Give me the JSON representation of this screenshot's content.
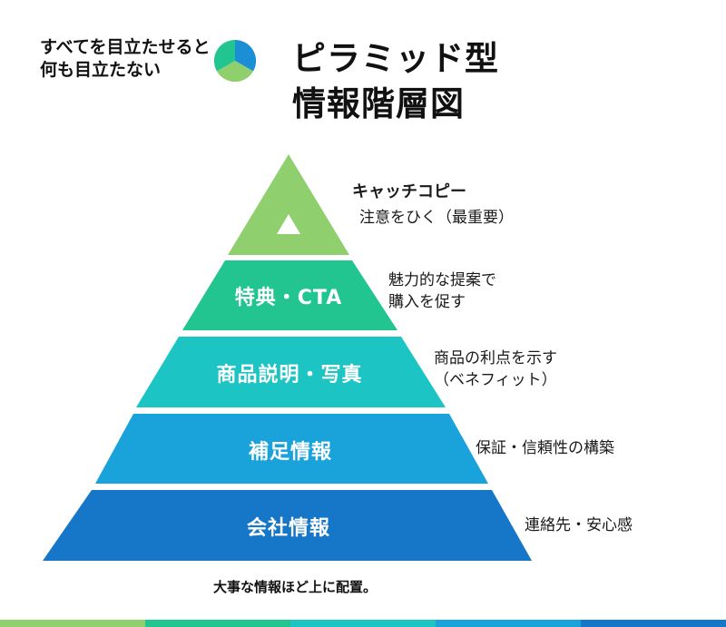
{
  "tagline": {
    "line1": "すべてを目立たせると",
    "line2": "何も目立たない"
  },
  "title": {
    "line1": "ピラミッド型",
    "line2": "情報階層図"
  },
  "tiers": [
    {
      "label": "",
      "color": "#8fcf6e",
      "desc_head": "キャッチコピー",
      "desc_lines": [
        "注意をひく（最重要）"
      ]
    },
    {
      "label": "特典・CTA",
      "color": "#22c58f",
      "desc_head": "",
      "desc_lines": [
        "魅力的な提案で",
        "購入を促す"
      ]
    },
    {
      "label": "商品説明・写真",
      "color": "#1cc4c4",
      "desc_head": "",
      "desc_lines": [
        "商品の利点を示す",
        "（ベネフィット）"
      ]
    },
    {
      "label": "補足情報",
      "color": "#1aa2db",
      "desc_head": "",
      "desc_lines": [
        "保証・信頼性の構築"
      ]
    },
    {
      "label": "会社情報",
      "color": "#1677c9",
      "desc_head": "",
      "desc_lines": [
        "連絡先・安心感"
      ]
    }
  ],
  "footer_note": "大事な情報ほど上に配置。",
  "logo_colors": [
    "#1a8fd6",
    "#8fcf6e",
    "#22c58f"
  ],
  "bottom_bar_colors": [
    "#8fcf6e",
    "#22c58f",
    "#1cc4c4",
    "#1aa2db",
    "#1677c9"
  ]
}
